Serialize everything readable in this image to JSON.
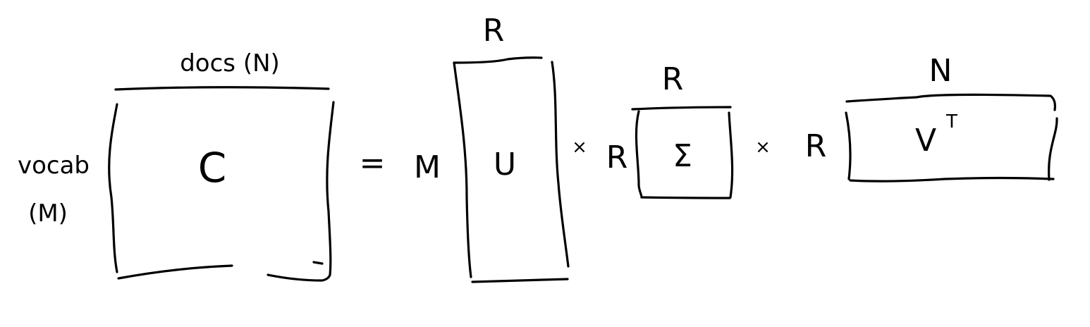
{
  "matrix_c": {
    "cols_label": "docs (N)",
    "rows_label_line1": "vocab",
    "rows_label_line2": "(M)",
    "name": "C"
  },
  "equals": "=",
  "matrix_u": {
    "rows_label": "M",
    "cols_label": "R",
    "name": "U"
  },
  "times_1": "×",
  "matrix_sigma": {
    "rows_label": "R",
    "cols_label": "R",
    "name": "Σ"
  },
  "times_2": "×",
  "matrix_vt": {
    "rows_label": "R",
    "cols_label": "N",
    "name": "V",
    "superscript": "T"
  }
}
